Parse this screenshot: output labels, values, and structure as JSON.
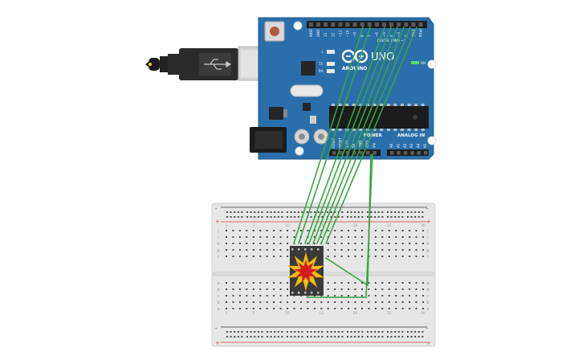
{
  "board": {
    "header_digital": "DIGITAL (PWM ~)",
    "header_power": "POWER",
    "header_analog": "ANALOG IN",
    "brand": "ARDUINO",
    "model": "UNO",
    "on_label": "ON",
    "l_label": "L",
    "tx_label": "TX",
    "rx_label": "RX",
    "digital_pins": [
      "AREF",
      "GND",
      "13",
      "12",
      "~11",
      "~10",
      "~9",
      "8",
      "7",
      "~6",
      "~5",
      "4",
      "~3",
      "2",
      "TX▸1",
      "RX◂0"
    ],
    "power_pins": [
      "IOREF",
      "RESET",
      "3.3V",
      "5V",
      "GND",
      "GND",
      "Vin"
    ],
    "analog_pins": [
      "A0",
      "A1",
      "A2",
      "A3",
      "A4",
      "A5"
    ]
  },
  "breadboard": {
    "row_letters_top": [
      "j",
      "i",
      "h",
      "g",
      "f"
    ],
    "row_letters_bottom": [
      "e",
      "d",
      "c",
      "b",
      "a"
    ],
    "column_numbers": [
      "1",
      "5",
      "10",
      "15",
      "20",
      "25",
      "30"
    ],
    "rail_plus": "+",
    "rail_minus": "-"
  },
  "colors": {
    "board_blue": "#2a6fab",
    "wire_green": "#34a63f",
    "breadboard_bg": "#e6e6e6",
    "rail_red": "#d63a3a",
    "rail_dark": "#3a3a3a"
  },
  "icons": {
    "usb": "usb-icon",
    "ic_chip": "microcontroller-chip-icon",
    "component": "spark-component-icon"
  }
}
